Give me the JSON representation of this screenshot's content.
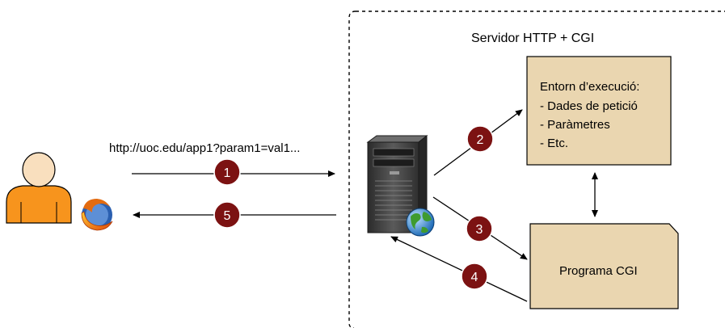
{
  "server_group": {
    "title": "Servidor HTTP + CGI"
  },
  "request": {
    "url": "http://uoc.edu/app1?param1=val1..."
  },
  "environment_box": {
    "title": "Entorn d’execució:",
    "items": [
      "- Dades de petició",
      "- Paràmetres",
      "- Etc."
    ]
  },
  "program_box": {
    "label": "Programa CGI"
  },
  "steps": [
    "1",
    "2",
    "3",
    "4",
    "5"
  ],
  "colors": {
    "user_body": "#f7941d",
    "user_head": "#f9dfbe",
    "box_fill": "#ead6b0",
    "step_circle": "#7c1212",
    "server_case": "#3a3a3a"
  },
  "icons": {
    "user": "user-icon",
    "browser": "firefox-icon",
    "server": "server-icon",
    "globe": "globe-icon"
  }
}
